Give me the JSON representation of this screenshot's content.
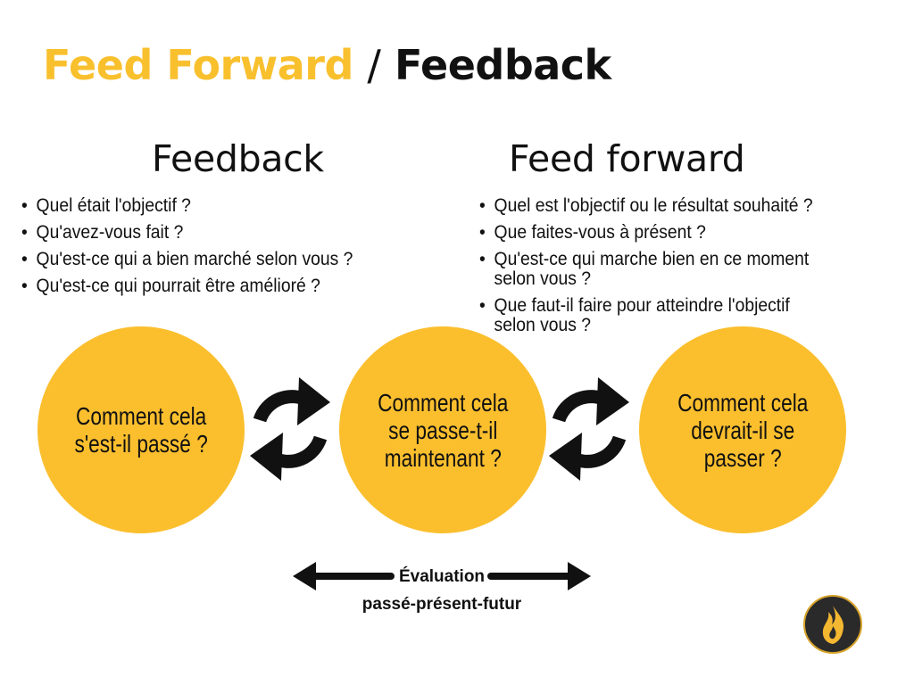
{
  "title": {
    "part1": "Feed Forward",
    "separator": "/",
    "part2": "Feedback"
  },
  "feedback": {
    "heading": "Feedback",
    "questions": [
      "Quel était l'objectif ?",
      "Qu'avez-vous fait ?",
      "Qu'est-ce qui a bien marché selon vous ?",
      "Qu'est-ce qui pourrait être amélioré ?"
    ]
  },
  "feedforward": {
    "heading": "Feed forward",
    "questions": [
      [
        "Quel est l'objectif ou le résultat souhaité ?"
      ],
      [
        "Que faites-vous à présent ?"
      ],
      [
        "Qu'est-ce qui marche bien en ce moment",
        "selon vous ?"
      ],
      [
        "Que faut-il faire pour atteindre l'objectif",
        "selon vous ?"
      ]
    ]
  },
  "circles": [
    {
      "lines": [
        "Comment cela",
        "s'est-il passé ?"
      ]
    },
    {
      "lines": [
        "Comment cela",
        "se passe-t-il",
        "maintenant ?"
      ]
    },
    {
      "lines": [
        "Comment cela",
        "devrait-il se",
        "passer ?"
      ]
    }
  ],
  "timeline": {
    "label_1": "Évaluation",
    "label_2": "passé-présent-futur"
  },
  "colors": {
    "accent": "#F9C02E",
    "circle": "#FBBF2E",
    "text": "#111111",
    "logo_bg": "#2a2a2a"
  },
  "icons": {
    "cycle": "refresh-cycle-icon",
    "arrow": "double-headed-arrow-icon",
    "logo": "flame-logo-icon"
  }
}
